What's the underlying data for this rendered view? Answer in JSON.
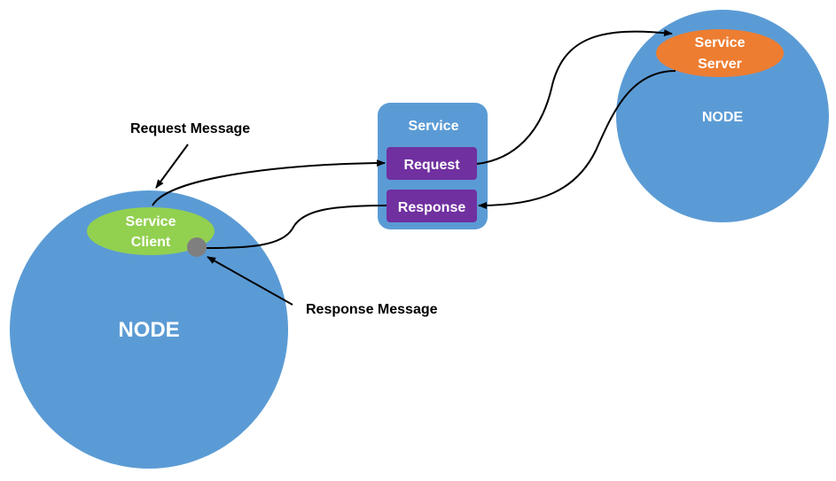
{
  "colors": {
    "node": "#5b9bd5",
    "client": "#92d050",
    "server": "#ed7d31",
    "service_box": "#5b9bd5",
    "service_item": "#7030a0",
    "arrow": "#000000",
    "port": "#7f7f7f"
  },
  "left_node": {
    "label": "NODE",
    "client_line1": "Service",
    "client_line2": "Client"
  },
  "right_node": {
    "label": "NODE",
    "server_line1": "Service",
    "server_line2": "Server"
  },
  "service": {
    "title": "Service",
    "request": "Request",
    "response": "Response"
  },
  "annotations": {
    "request_message": "Request Message",
    "response_message": "Response Message"
  }
}
